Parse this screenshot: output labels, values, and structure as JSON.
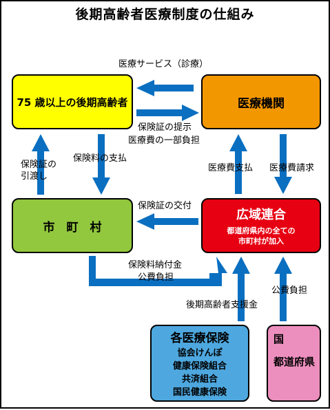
{
  "title": "後期高齢者医療制度の仕組み",
  "boxes": {
    "elderly": "75 歳以上の後期高齢者",
    "medical": "医療機関",
    "municipality": "市　町　村",
    "kouiki": {
      "name": "広域連合",
      "note_line1": "都道府県内の全ての",
      "note_line2": "市町村が加入"
    },
    "insurers": {
      "title": "各医療保険",
      "items": [
        "協会けんぽ",
        "健康保険組合",
        "共済組合",
        "国民健康保険"
      ]
    },
    "government": {
      "line1": "国",
      "line2": "都道府県"
    }
  },
  "labels": {
    "medical_service": "医療サービス（診療）",
    "insurance_card_show_1": "保険証の提示",
    "insurance_card_show_2": "医療費の一部負担",
    "card_handover_1": "保険証の",
    "card_handover_2": "引渡し",
    "premium_payment": "保険料の支払",
    "medical_cost_payment": "医療費支払",
    "medical_cost_claim": "医療費請求",
    "card_issue": "保険証の交付",
    "premium_remit_1": "保険料納付金",
    "premium_remit_2": "公費負担",
    "support_fund": "後期高齢者支援金",
    "public_burden": "公費負担"
  },
  "colors": {
    "arrow": "#0a6fc0",
    "elderly": "#ffff00",
    "medical": "#f39700",
    "municipality": "#92c83e",
    "kouiki": "#e60012",
    "insurers": "#4ea8df",
    "government": "#ed8fbe"
  }
}
